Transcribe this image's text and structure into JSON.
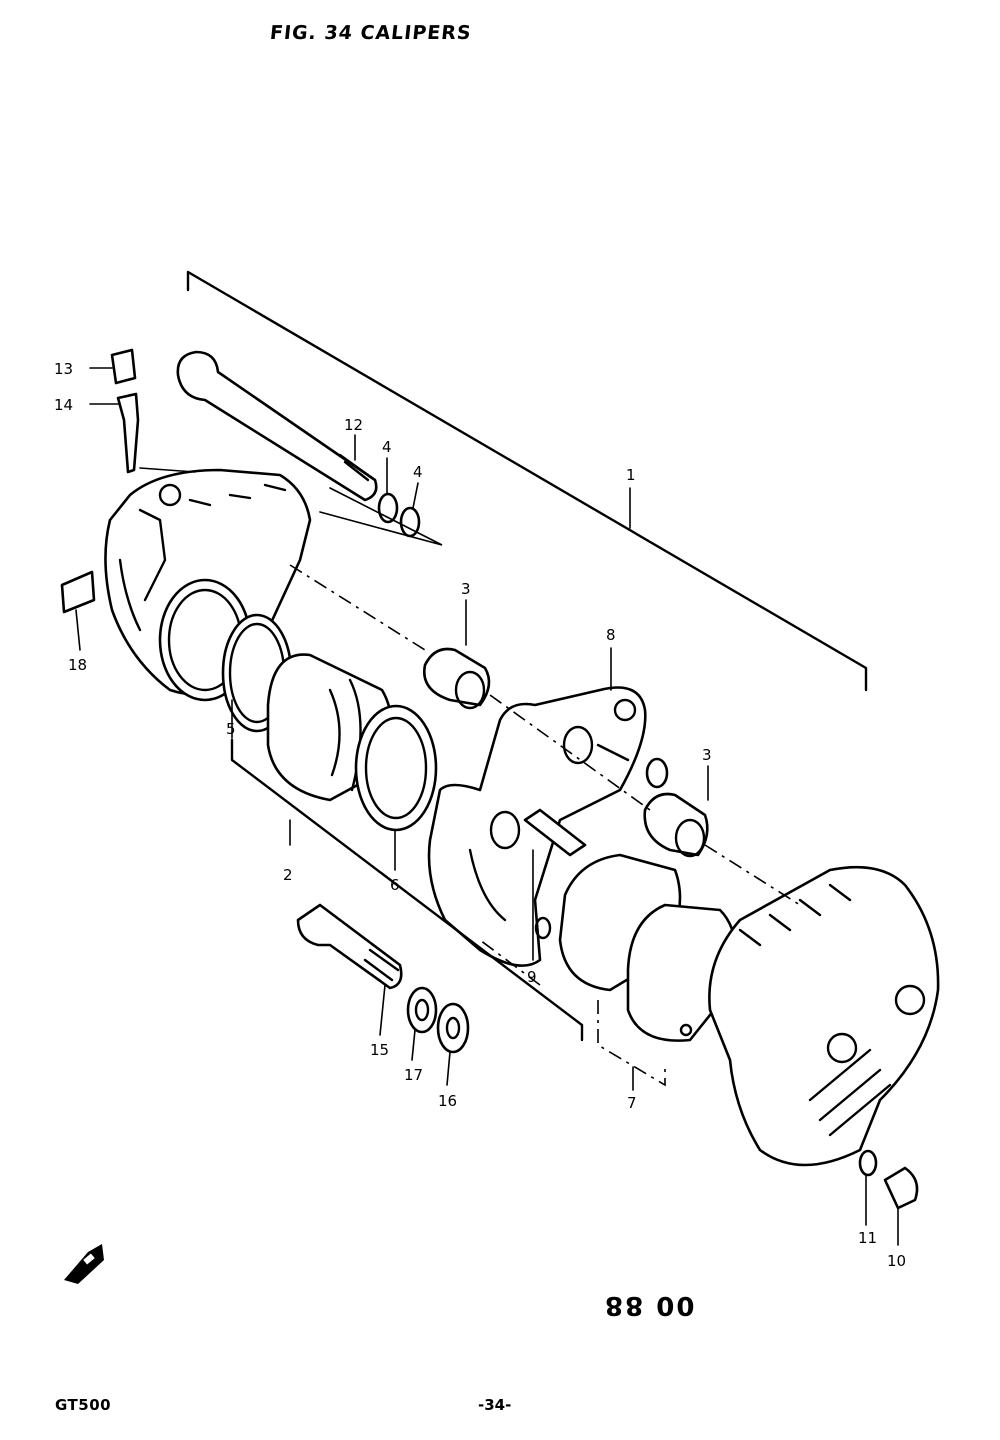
{
  "header": {
    "title": "FIG. 34 CALIPERS"
  },
  "footer": {
    "model": "GT500",
    "page": "-34-"
  },
  "stamp": "88 00",
  "callouts": [
    {
      "id": "1",
      "label": "1"
    },
    {
      "id": "2",
      "label": "2"
    },
    {
      "id": "3a",
      "label": "3"
    },
    {
      "id": "3b",
      "label": "3"
    },
    {
      "id": "4a",
      "label": "4"
    },
    {
      "id": "4b",
      "label": "4"
    },
    {
      "id": "5",
      "label": "5"
    },
    {
      "id": "6",
      "label": "6"
    },
    {
      "id": "7",
      "label": "7"
    },
    {
      "id": "8",
      "label": "8"
    },
    {
      "id": "9",
      "label": "9"
    },
    {
      "id": "10",
      "label": "10"
    },
    {
      "id": "11",
      "label": "11"
    },
    {
      "id": "12",
      "label": "12"
    },
    {
      "id": "13",
      "label": "13"
    },
    {
      "id": "14",
      "label": "14"
    },
    {
      "id": "15",
      "label": "15"
    },
    {
      "id": "16",
      "label": "16"
    },
    {
      "id": "17",
      "label": "17"
    },
    {
      "id": "18",
      "label": "18"
    }
  ]
}
